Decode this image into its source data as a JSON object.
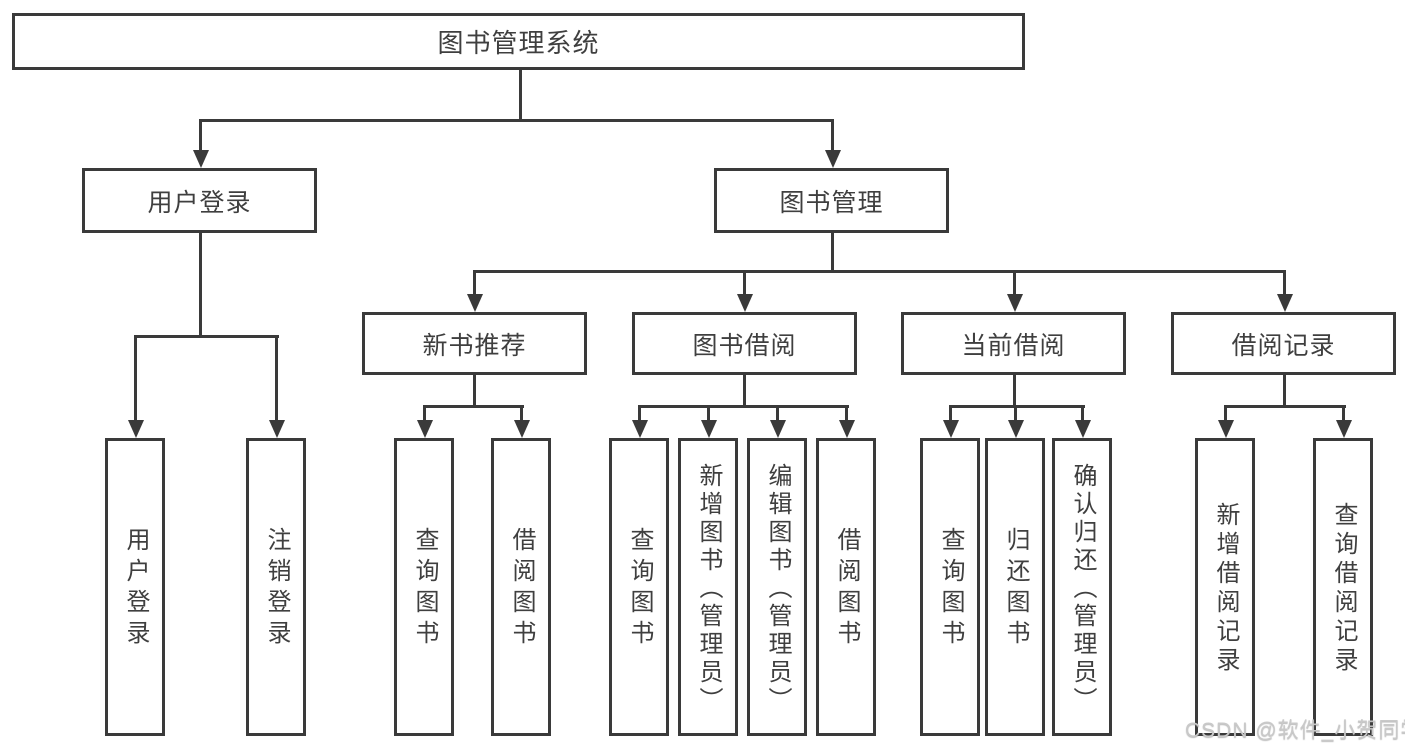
{
  "diagram": {
    "root": "图书管理系统",
    "level2": [
      "用户登录",
      "图书管理"
    ],
    "level3": [
      "新书推荐",
      "图书借阅",
      "当前借阅",
      "借阅记录"
    ],
    "leaves": [
      "用户登录",
      "注销登录",
      "查询图书",
      "借阅图书",
      "查询图书",
      "新增图书（管理员）",
      "编辑图书（管理员）",
      "借阅图书",
      "查询图书",
      "归还图书",
      "确认归还（管理员）",
      "新增借阅记录",
      "查询借阅记录"
    ]
  },
  "watermark": "CSDN @软件_小贺同学",
  "colors": {
    "line": "#3a3a3a",
    "text": "#3f3f3f",
    "background": "#ffffff",
    "watermark": "#c9c9c9"
  }
}
